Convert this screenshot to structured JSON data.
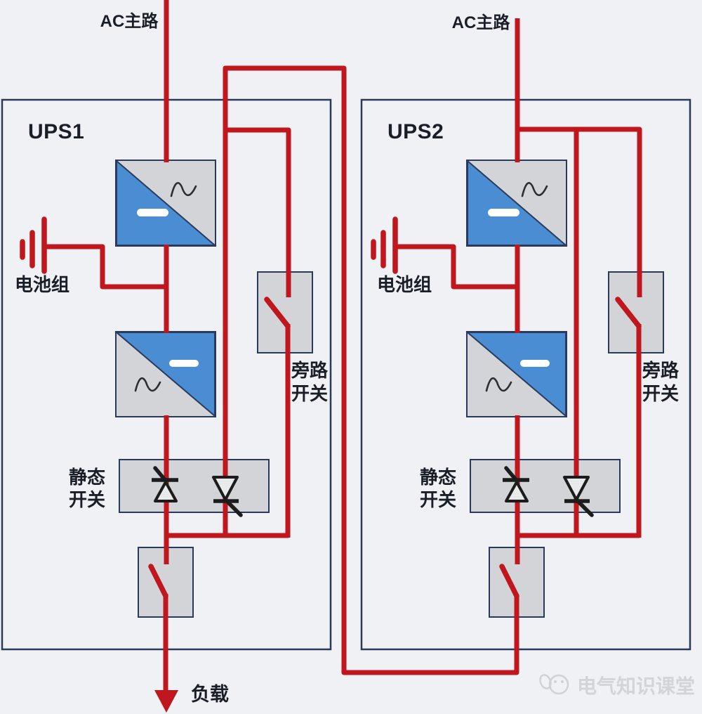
{
  "diagram": {
    "kind": "ups-hot-standby-wiring-diagram",
    "units": [
      {
        "name": "UPS1",
        "ac_input_label": "AC主路",
        "battery_label": "电池组",
        "bypass_switch_label_line1": "旁路",
        "bypass_switch_label_line2": "开关",
        "static_switch_label_line1": "静态",
        "static_switch_label_line2": "开关"
      },
      {
        "name": "UPS2",
        "ac_input_label": "AC主路",
        "battery_label": "电池组",
        "bypass_switch_label_line1": "旁路",
        "bypass_switch_label_line2": "开关",
        "static_switch_label_line1": "静态",
        "static_switch_label_line2": "开关"
      }
    ],
    "load_label": "负载",
    "watermark_text": "电气知识课堂",
    "colors": {
      "wire": "#C0161D",
      "unit_border": "#2A3A5C",
      "block_fill": "#D2D4D8",
      "block_blue": "#4A8DD3",
      "background": "#EFF1F4",
      "symbol_dark": "#1C1C1C",
      "dc_bar": "#FFFFFF",
      "label_text": "#1A1E26",
      "watermark": "#D2D4D7"
    },
    "icons": {
      "rectifier-block-icon": "square with diagonal, AC sine top-right, DC bar bottom-left",
      "inverter-block-icon": "square with diagonal, DC bar top-right, AC sine bottom-left",
      "battery-icon": "three red bars",
      "bypass-switch-icon": "open knife switch",
      "output-switch-icon": "open knife switch",
      "static-switch-icon": "anti-parallel thyristor pair",
      "load-arrow-icon": "red down arrow",
      "watermark-mascot-icon": "chick doodle"
    }
  }
}
